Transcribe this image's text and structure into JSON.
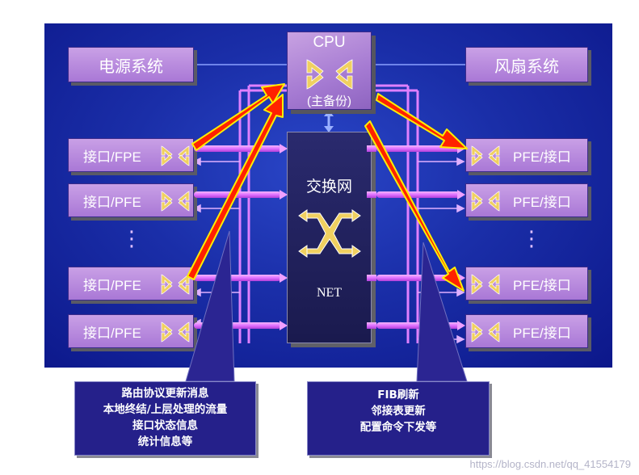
{
  "systems": {
    "power": "电源系统",
    "fan": "风扇系统"
  },
  "cpu": {
    "title": "CPU",
    "subtitle": "(主备份)"
  },
  "switch": {
    "title": "交换网",
    "net": "NET"
  },
  "left_ports": [
    "接口/FPE",
    "接口/PFE",
    "接口/PFE",
    "接口/PFE"
  ],
  "right_ports": [
    "PFE/接口",
    "PFE/接口",
    "PFE/接口",
    "PFE/接口"
  ],
  "ellipsis": "⋮",
  "callout_left": {
    "lines": [
      "路由协议更新消息",
      "本地终结/上层处理的流量",
      "接口状态信息",
      "统计信息等"
    ]
  },
  "callout_right": {
    "lines": [
      "FIB刷新",
      "邻接表更新",
      "配置命令下发等"
    ]
  },
  "watermark": "https://blog.csdn.net/qq_41554179",
  "colors": {
    "board": "#1a2ea8",
    "box": "#b48ade",
    "arrow_fill": "#ff2200",
    "arrow_outline": "#ffee00",
    "link": "#e080ff",
    "callout": "#25208a"
  }
}
